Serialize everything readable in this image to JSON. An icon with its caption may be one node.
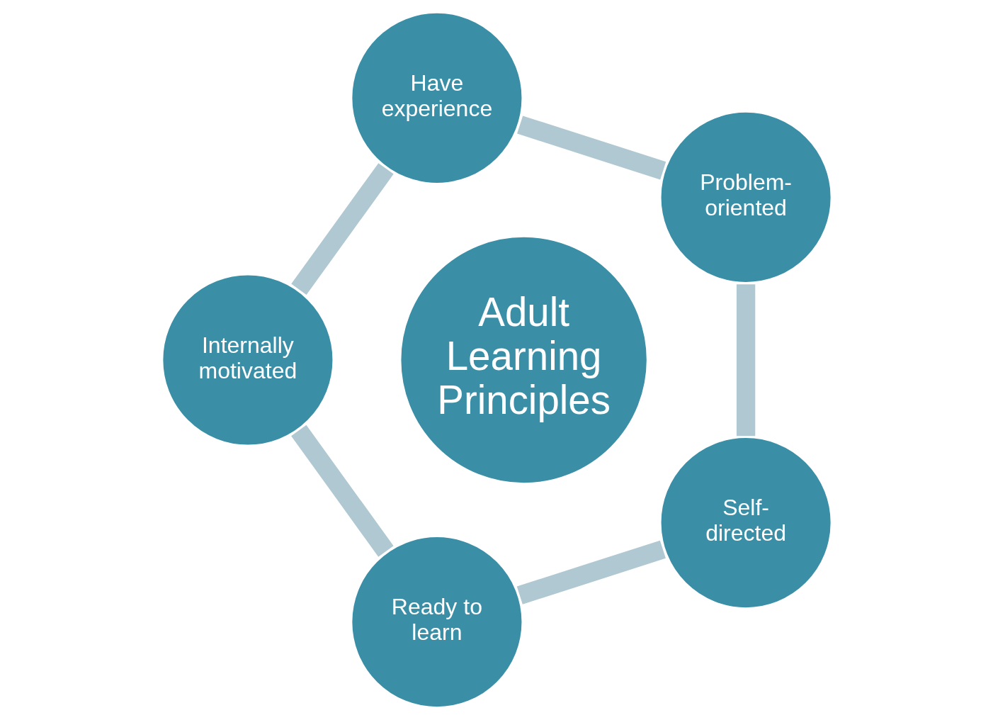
{
  "diagram": {
    "nodes": [
      {
        "text": [
          "Adult Learning Principles"
        ]
      },
      {
        "text": [
          "Problem-oriented"
        ]
      },
      {
        "text": [
          "Have experience"
        ]
      },
      {
        "text": [
          "Internally motivated"
        ]
      },
      {
        "text": [
          "Ready to learn"
        ]
      },
      {
        "text": [
          "Self-directed"
        ]
      }
    ],
    "edges": [
      {
        "from": 1,
        "to": 2,
        "arrow": "none"
      },
      {
        "from": 2,
        "to": 3,
        "arrow": "none"
      },
      {
        "from": 3,
        "to": 4,
        "arrow": "none"
      },
      {
        "from": 4,
        "to": 5,
        "arrow": "none"
      },
      {
        "from": 5,
        "to": 1,
        "arrow": "none"
      }
    ]
  }
}
